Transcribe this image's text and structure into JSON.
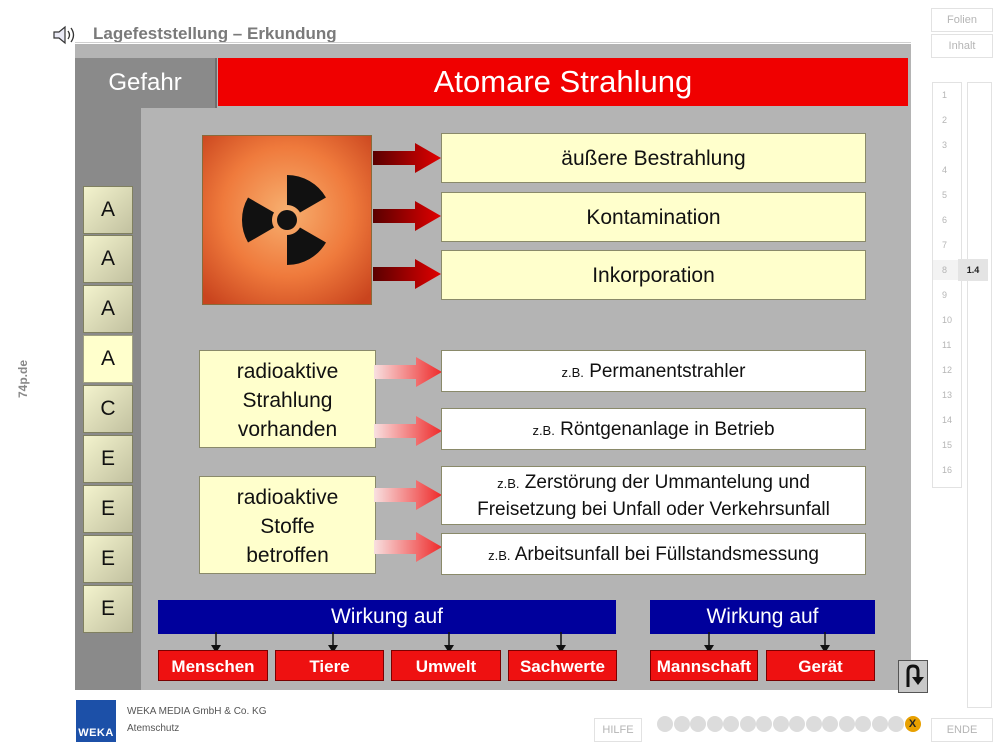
{
  "header": {
    "title": "Lagefeststellung – Erkundung",
    "speaker_icon": "speaker-icon"
  },
  "side_nav": {
    "folien_label": "Folien",
    "inhalt_label": "Inhalt",
    "slides": [
      "1",
      "2",
      "3",
      "4",
      "5",
      "6",
      "7",
      "8",
      "9",
      "10",
      "11",
      "12",
      "13",
      "14",
      "15",
      "16"
    ],
    "active_slide": "8",
    "current_slide_label": "1.4"
  },
  "watermark": "74p.de",
  "main": {
    "gefahr_label": "Gefahr",
    "topic_title": "Atomare Strahlung",
    "aaa_column": [
      "A",
      "A",
      "A",
      "A",
      "C",
      "E",
      "E",
      "E",
      "E"
    ],
    "active_aaa_index": 3,
    "effects": [
      "äußere Bestrahlung",
      "Kontamination",
      "Inkorporation"
    ],
    "states": [
      {
        "label": "radioaktive Strahlung vorhanden",
        "lines": [
          "radioaktive",
          "Strahlung",
          "vorhanden"
        ]
      },
      {
        "label": "radioaktive Stoffe betroffen",
        "lines": [
          "radioaktive",
          "Stoffe",
          "betroffen"
        ]
      }
    ],
    "examples": [
      {
        "prefix": "z.B.",
        "text": "Permanentstrahler"
      },
      {
        "prefix": "z.B.",
        "text": "Röntgenanlage in Betrieb"
      },
      {
        "prefix": "z.B.",
        "line1": "Zerstörung der Ummantelung und",
        "line2": "Freisetzung bei Unfall oder Verkehrsunfall"
      },
      {
        "prefix": "z.B.",
        "text": "Arbeitsunfall bei Füllstandsmessung"
      }
    ],
    "wirkung_left_label": "Wirkung auf",
    "wirkung_right_label": "Wirkung auf",
    "targets_left": [
      "Menschen",
      "Tiere",
      "Umwelt",
      "Sachwerte"
    ],
    "targets_right": [
      "Mannschaft",
      "Gerät"
    ]
  },
  "footer": {
    "logo_text": "WEKA",
    "company": "WEKA MEDIA GmbH & Co. KG",
    "product": "Atemschutz",
    "hilfe_label": "HILFE",
    "exit_label": "X",
    "ende_label": "ENDE"
  },
  "colors": {
    "accent_red": "#f00000",
    "wirkung_blue": "#00009c",
    "box_yellow": "#ffffcc",
    "panel_gray": "#b4b4b4"
  }
}
